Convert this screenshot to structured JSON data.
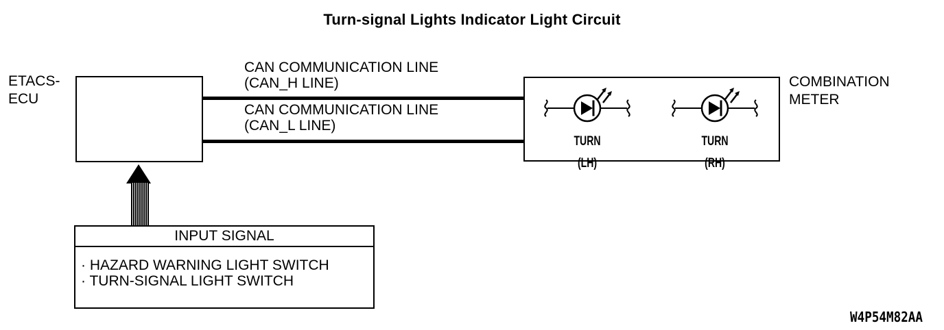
{
  "colors": {
    "ink": "#000000",
    "paper": "#ffffff"
  },
  "title": "Turn-signal Lights Indicator Light Circuit",
  "ecu": {
    "label": "ETACS-\nECU"
  },
  "can_h": {
    "line1": "CAN COMMUNICATION LINE",
    "line2": "(CAN_H LINE)"
  },
  "can_l": {
    "line1": "CAN COMMUNICATION LINE",
    "line2": "(CAN_L LINE)"
  },
  "meter": {
    "label": "COMBINATION\nMETER",
    "indicators": [
      {
        "name": "TURN",
        "position": "(LH)"
      },
      {
        "name": "TURN",
        "position": "(RH)"
      }
    ]
  },
  "input_signal": {
    "header": "INPUT SIGNAL",
    "bullet": "·",
    "items": [
      "HAZARD WARNING LIGHT SWITCH",
      "TURN-SIGNAL LIGHT SWITCH"
    ]
  },
  "figure_code": "W4P54M82AA",
  "icons": {
    "led": "led-indicator-icon",
    "arrow": "signal-flow-arrow-icon",
    "wire_break": "wire-break-squiggle-icon"
  }
}
